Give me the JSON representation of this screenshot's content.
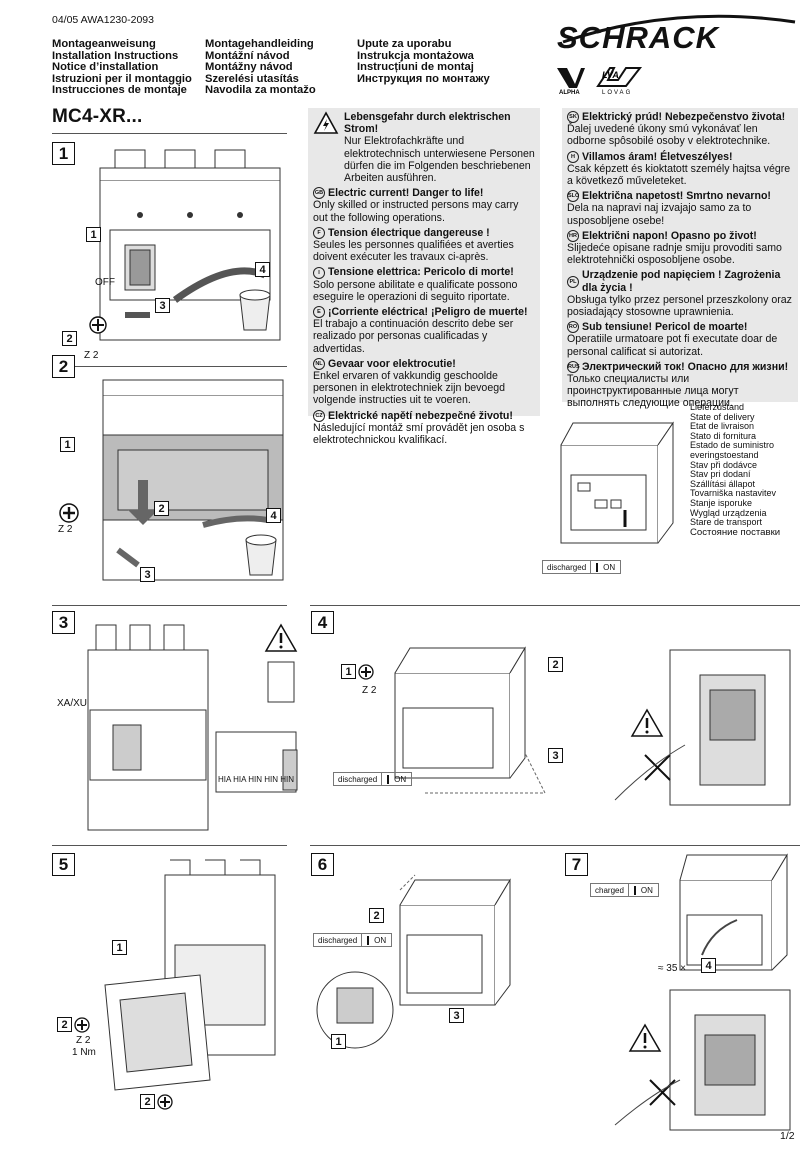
{
  "doc_ref": "04/05 AWA1230-2093",
  "brand": "SCHRACK",
  "logos": {
    "alpha": "ALPHA",
    "lovag": "LOVAG"
  },
  "header": {
    "col1": [
      "Montageanweisung",
      "Installation Instructions",
      "Notice d’installation",
      "Istruzioni per il montaggio",
      "Instrucciones de montaje"
    ],
    "col2": [
      "Montagehandleiding",
      "Montážní návod",
      "Montážny návod",
      "Szerelési utasítás",
      "Navodila za montažo"
    ],
    "col3": [
      "Upute za uporabu",
      "Instrukcja montażowa",
      "Instrucțiuni de montaj",
      "Инструкция по монтажу"
    ]
  },
  "product_title": "MC4-XR...",
  "warnings_left": [
    {
      "code": "",
      "title": "Lebensgefahr durch elektrischen Strom!",
      "text": "Nur Elektrofachkräfte und elektrotechnisch unterwiesene Personen dürfen die im Folgenden beschriebenen Arbeiten ausführen."
    },
    {
      "code": "GB",
      "title": "Electric current! Danger to life!",
      "text": "Only skilled or instructed persons may carry out the following operations."
    },
    {
      "code": "F",
      "title": "Tension électrique dangereuse !",
      "text": "Seules les personnes qualifiées et averties doivent exécuter les travaux ci-après."
    },
    {
      "code": "I",
      "title": "Tensione elettrica: Pericolo di morte!",
      "text": "Solo persone abilitate e qualificate possono eseguire le operazioni di seguito riportate."
    },
    {
      "code": "E",
      "title": "¡Corriente eléctrica! ¡Peligro de muerte!",
      "text": "El trabajo a continuación descrito debe ser realizado por personas cualificadas y advertidas."
    },
    {
      "code": "NL",
      "title": "Gevaar voor elektrocutie!",
      "text": "Enkel ervaren of vakkundig geschoolde personen in elektrotechniek zijn bevoegd volgende instructies uit te voeren."
    },
    {
      "code": "CZ",
      "title": "Elektrické napětí nebezpečné životu!",
      "text": "Následující montáž smí provádět jen osoba s elektrotechnickou kvalifikací."
    }
  ],
  "warnings_right": [
    {
      "code": "SK",
      "title": "Elektrický prúd! Nebezpečenstvo života!",
      "text": "Ďalej uvedené úkony smú vykonávať len odborne spôsobilé osoby v elektrotechnike."
    },
    {
      "code": "H",
      "title": "Villamos áram! Életveszélyes!",
      "text": "Csak képzett és kioktatott személy hajtsa végre a következő műveleteket."
    },
    {
      "code": "SLO",
      "title": "Električna napetost! Smrtno nevarno!",
      "text": "Dela na napravi naj izvajajo samo za to usposobljene osebe!"
    },
    {
      "code": "HR",
      "title": "Električni napon! Opasno po život!",
      "text": "Slijedeće opisane radnje smiju provoditi samo elektrotehnički osposobljene osobe."
    },
    {
      "code": "PL",
      "title": "Urządzenie pod napięciem ! Zagrożenia dla życia !",
      "text": "Obsługa tylko przez personel przeszkolony oraz posiadający stosowne uprawnienia."
    },
    {
      "code": "RO",
      "title": "Sub tensiune! Pericol de moarte!",
      "text": "Operatiile urmatoare pot fi executate doar de personal calificat si autorizat."
    },
    {
      "code": "RUS",
      "title": "Электрический ток! Опасно для жизни!",
      "text": "Только специалисты или проинструктированные лица могут выполнять следующие операции."
    }
  ],
  "delivery_state": [
    "Lieferzustand",
    "State of delivery",
    "Etat de livraison",
    "Stato di fornitura",
    "Estado de suministro",
    "everingstoestand",
    "Stav při dodávce",
    "Stav pri dodaní",
    "Szállítási állapot",
    "Tovarniška nastavitev",
    "Stanje isporuke",
    "Wygląd urządzenia",
    "Stare de transport",
    "Состояние поставки"
  ],
  "labels": {
    "off": "OFF",
    "z2": "Z 2",
    "nm": "1 Nm",
    "xaxu": "XA/XU",
    "discharged": "discharged",
    "charged": "charged",
    "on": "ON",
    "hin": "HIA HIA HIN HIN HIN",
    "times35": "≈ 35 ×",
    "page": "1/2"
  },
  "sections": [
    "1",
    "2",
    "3",
    "4",
    "5",
    "6",
    "7"
  ],
  "steps": [
    "1",
    "2",
    "3",
    "4"
  ]
}
